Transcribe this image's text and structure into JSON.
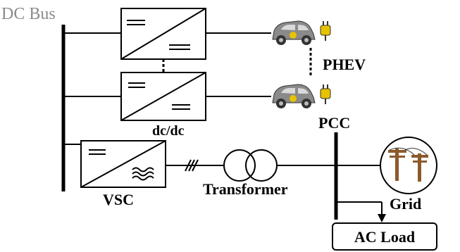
{
  "diagram": {
    "labels": {
      "dc_bus": "DC Bus",
      "phev": "PHEV",
      "dcdc": "dc/dc",
      "pcc": "PCC",
      "vsc": "VSC",
      "transformer": "Transformer",
      "grid": "Grid",
      "ac_load": "AC Load"
    },
    "icons": {
      "car": "electric-car-icon",
      "plug": "charging-plug-icon",
      "pole": "utility-pole-icon",
      "coil": "transformer-coil-icon"
    },
    "colors": {
      "line": "#000000",
      "car_body": "#8a8a8a",
      "car_glass": "#d9d9d9",
      "plug": "#e6c200",
      "pole_wood": "#8b5a2b",
      "text_gray": "#8a8a8a"
    }
  }
}
